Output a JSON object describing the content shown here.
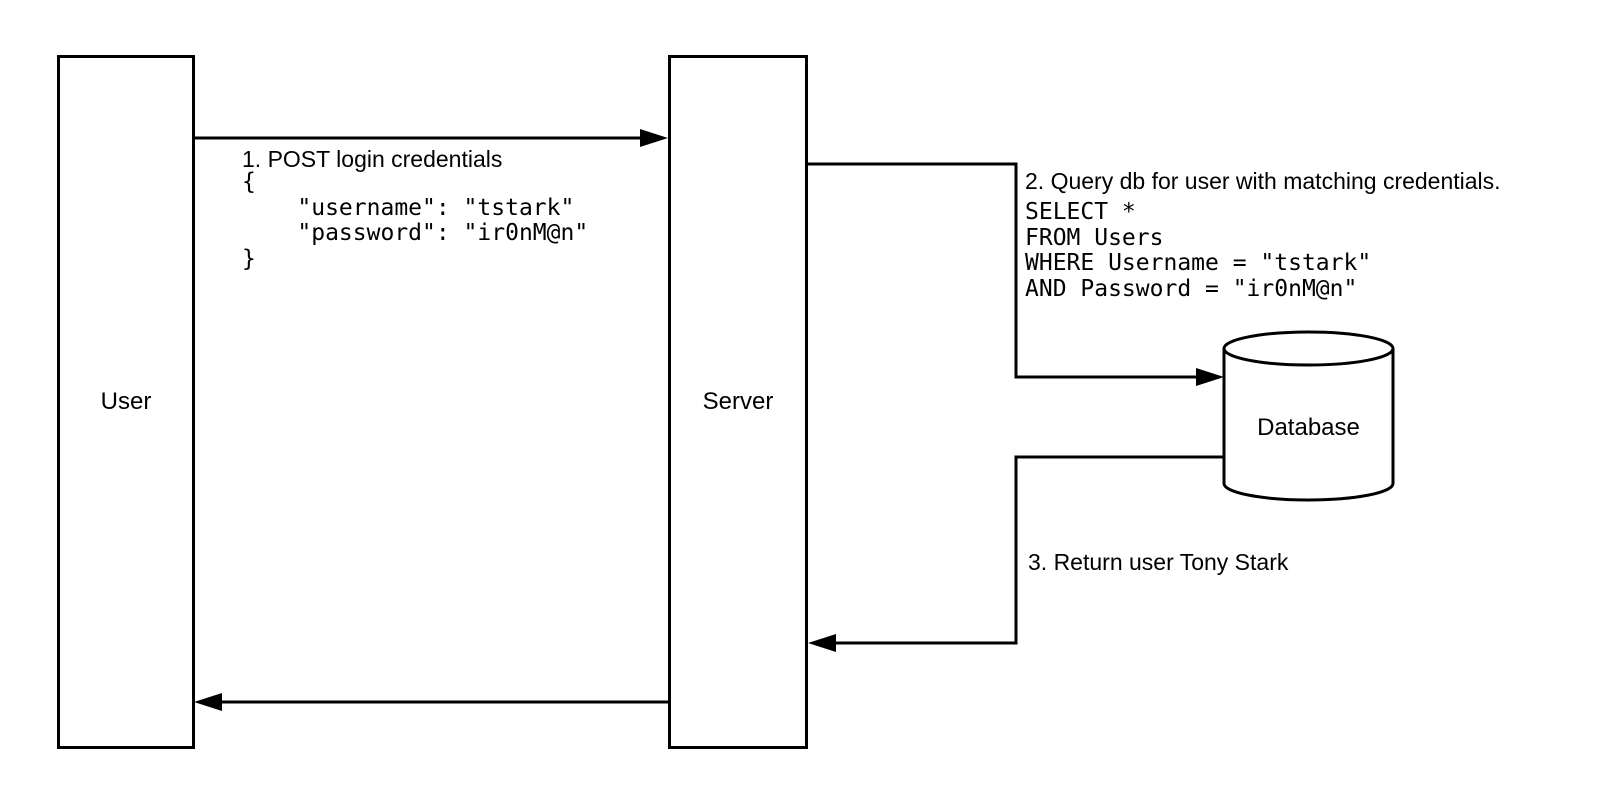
{
  "colors": {
    "stroke": "#000000",
    "background": "#ffffff",
    "text": "#000000"
  },
  "nodes": {
    "user": {
      "label": "User"
    },
    "server": {
      "label": "Server"
    },
    "database": {
      "label": "Database"
    }
  },
  "messages": {
    "m1": {
      "label": "1. POST login credentials",
      "code": [
        "{",
        "    \"username\": \"tstark\"",
        "    \"password\": \"ir0nM@n\"",
        "}"
      ]
    },
    "m2": {
      "label": "2. Query db for user with matching credentials.",
      "code": [
        "SELECT *",
        "FROM Users",
        "WHERE Username = \"tstark\"",
        "AND Password = \"ir0nM@n\""
      ]
    },
    "m3": {
      "label": "3. Return user Tony Stark"
    }
  }
}
